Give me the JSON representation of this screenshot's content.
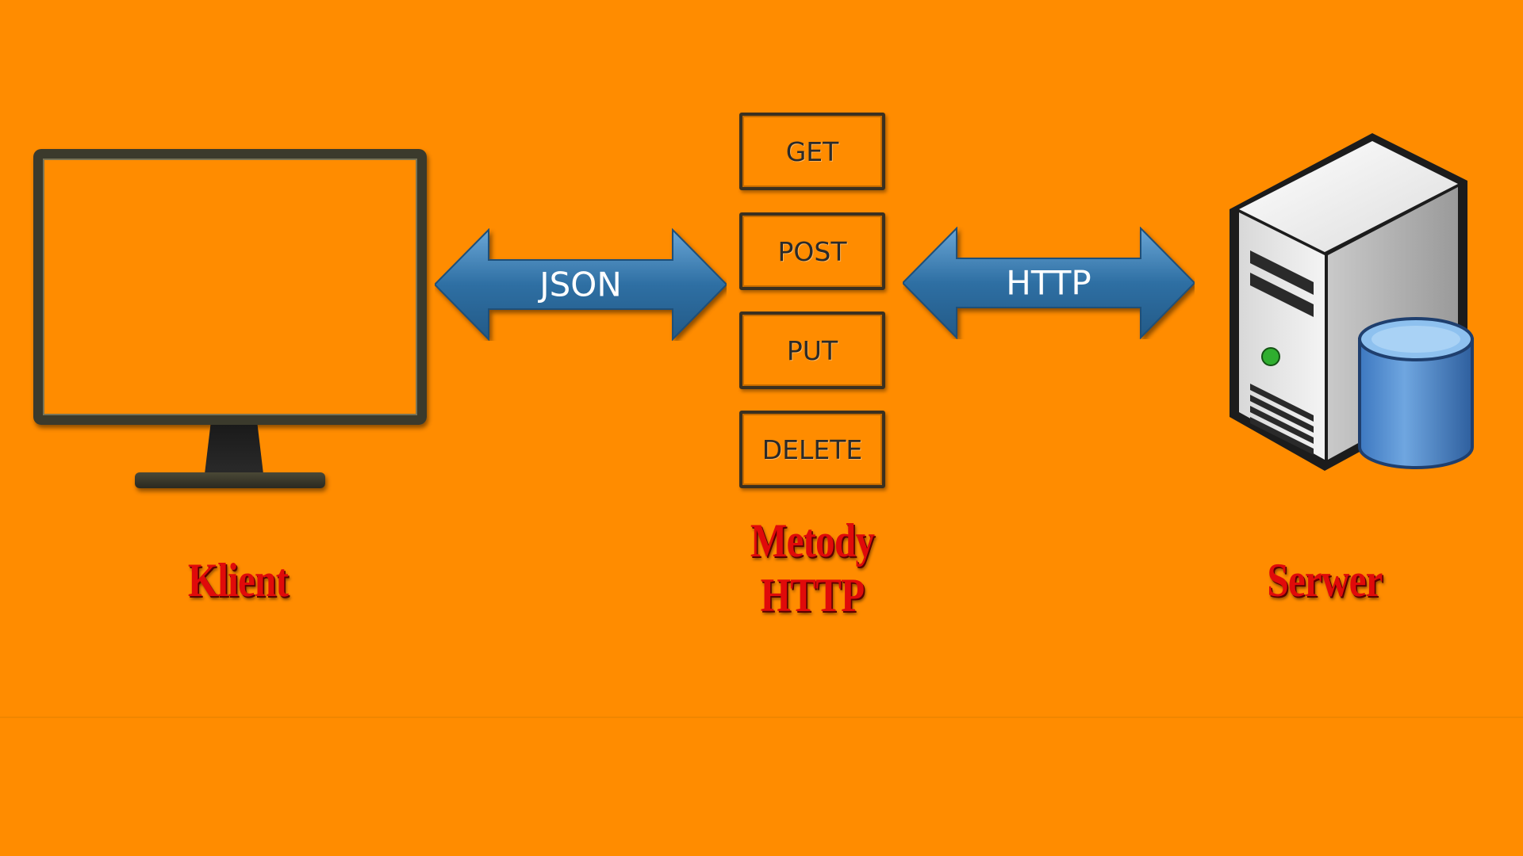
{
  "client": {
    "label": "Klient"
  },
  "server": {
    "label": "Serwer"
  },
  "arrows": {
    "left": {
      "label": "JSON"
    },
    "right": {
      "label": "HTTP"
    }
  },
  "methods": {
    "items": [
      "GET",
      "POST",
      "PUT",
      "DELETE"
    ],
    "title_line1": "Metody",
    "title_line2": "HTTP"
  },
  "colors": {
    "background": "#FF8C00",
    "arrow": "#2e6fa3",
    "label_red": "#e00a0a",
    "monitor_frame": "#3b3a2c"
  },
  "icons": {
    "client": "desktop-monitor-icon",
    "server": "server-tower-icon",
    "database": "database-cylinder-icon"
  }
}
